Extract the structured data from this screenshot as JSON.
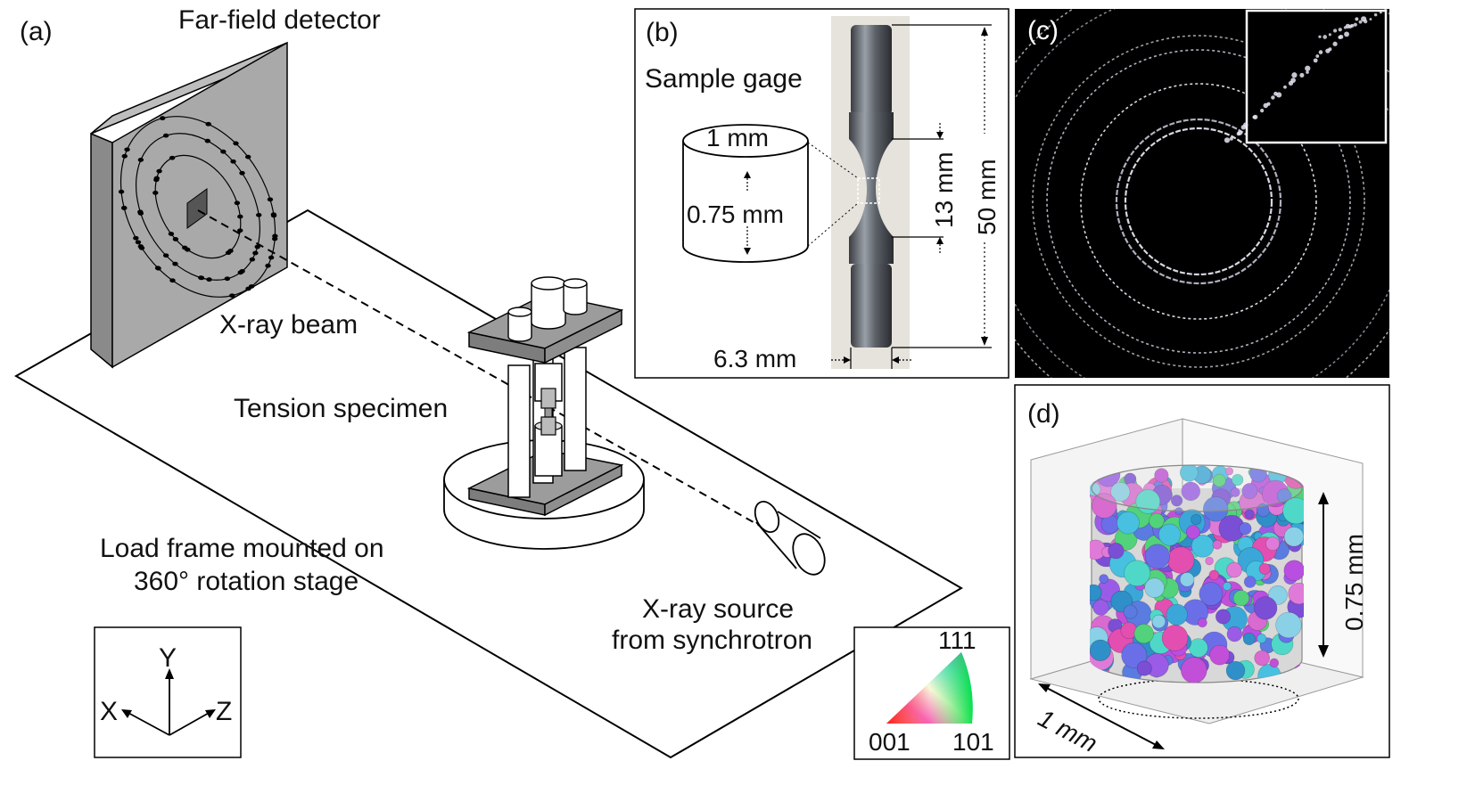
{
  "panel_a": {
    "label": "(a)",
    "detector_label": "Far-field detector",
    "beam_label": "X-ray beam",
    "specimen_label": "Tension specimen",
    "frame_label_line1": "Load frame mounted on",
    "frame_label_line2": "360° rotation stage",
    "source_label_line1": "X-ray source",
    "source_label_line2": "from synchrotron",
    "axes": {
      "y": "Y",
      "x": "X",
      "z": "Z"
    }
  },
  "panel_b": {
    "label": "(b)",
    "gage_title": "Sample gage",
    "gage_diameter": "1 mm",
    "gage_height": "0.75 mm",
    "length_13": "13 mm",
    "length_50": "50 mm",
    "width": "6.3 mm"
  },
  "panel_c": {
    "label": "(c)"
  },
  "panel_d": {
    "label": "(d)",
    "height": "0.75 mm",
    "diameter": "1 mm"
  },
  "ipf_legend": {
    "corner_111": "111",
    "corner_001": "001",
    "corner_101": "101"
  },
  "colors": {
    "detector_face": "#a9a9a9",
    "detector_side": "#888888",
    "stage_plate": "#9c9c9c",
    "diffraction_bg": "#000000",
    "ring": "#d9d9e6"
  }
}
